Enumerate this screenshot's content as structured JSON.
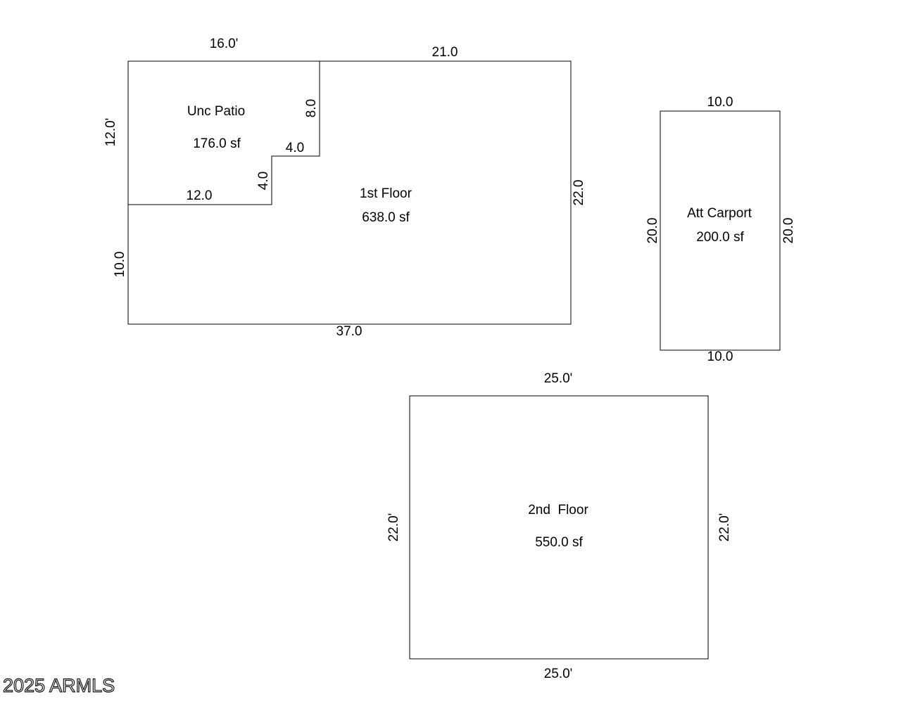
{
  "first_floor": {
    "name": "1st Floor",
    "area": "638.0 sf",
    "dims": {
      "top_left": "16.0'",
      "top_right": "21.0",
      "right": "22.0",
      "bottom": "37.0",
      "left_lower": "10.0"
    }
  },
  "patio": {
    "name": "Unc Patio",
    "area": "176.0 sf",
    "dims": {
      "left": "12.0'",
      "step_vertical_upper": "8.0",
      "step_horizontal": "4.0",
      "step_vertical_lower": "4.0",
      "bottom": "12.0"
    }
  },
  "carport": {
    "name": "Att Carport",
    "area": "200.0 sf",
    "dims": {
      "top": "10.0",
      "bottom": "10.0",
      "left": "20.0",
      "right": "20.0"
    }
  },
  "second_floor": {
    "name": "2nd  Floor",
    "area": "550.0 sf",
    "dims": {
      "top": "25.0'",
      "bottom": "25.0'",
      "left": "22.0'",
      "right": "22.0'"
    }
  },
  "watermark": "2025 ARMLS"
}
